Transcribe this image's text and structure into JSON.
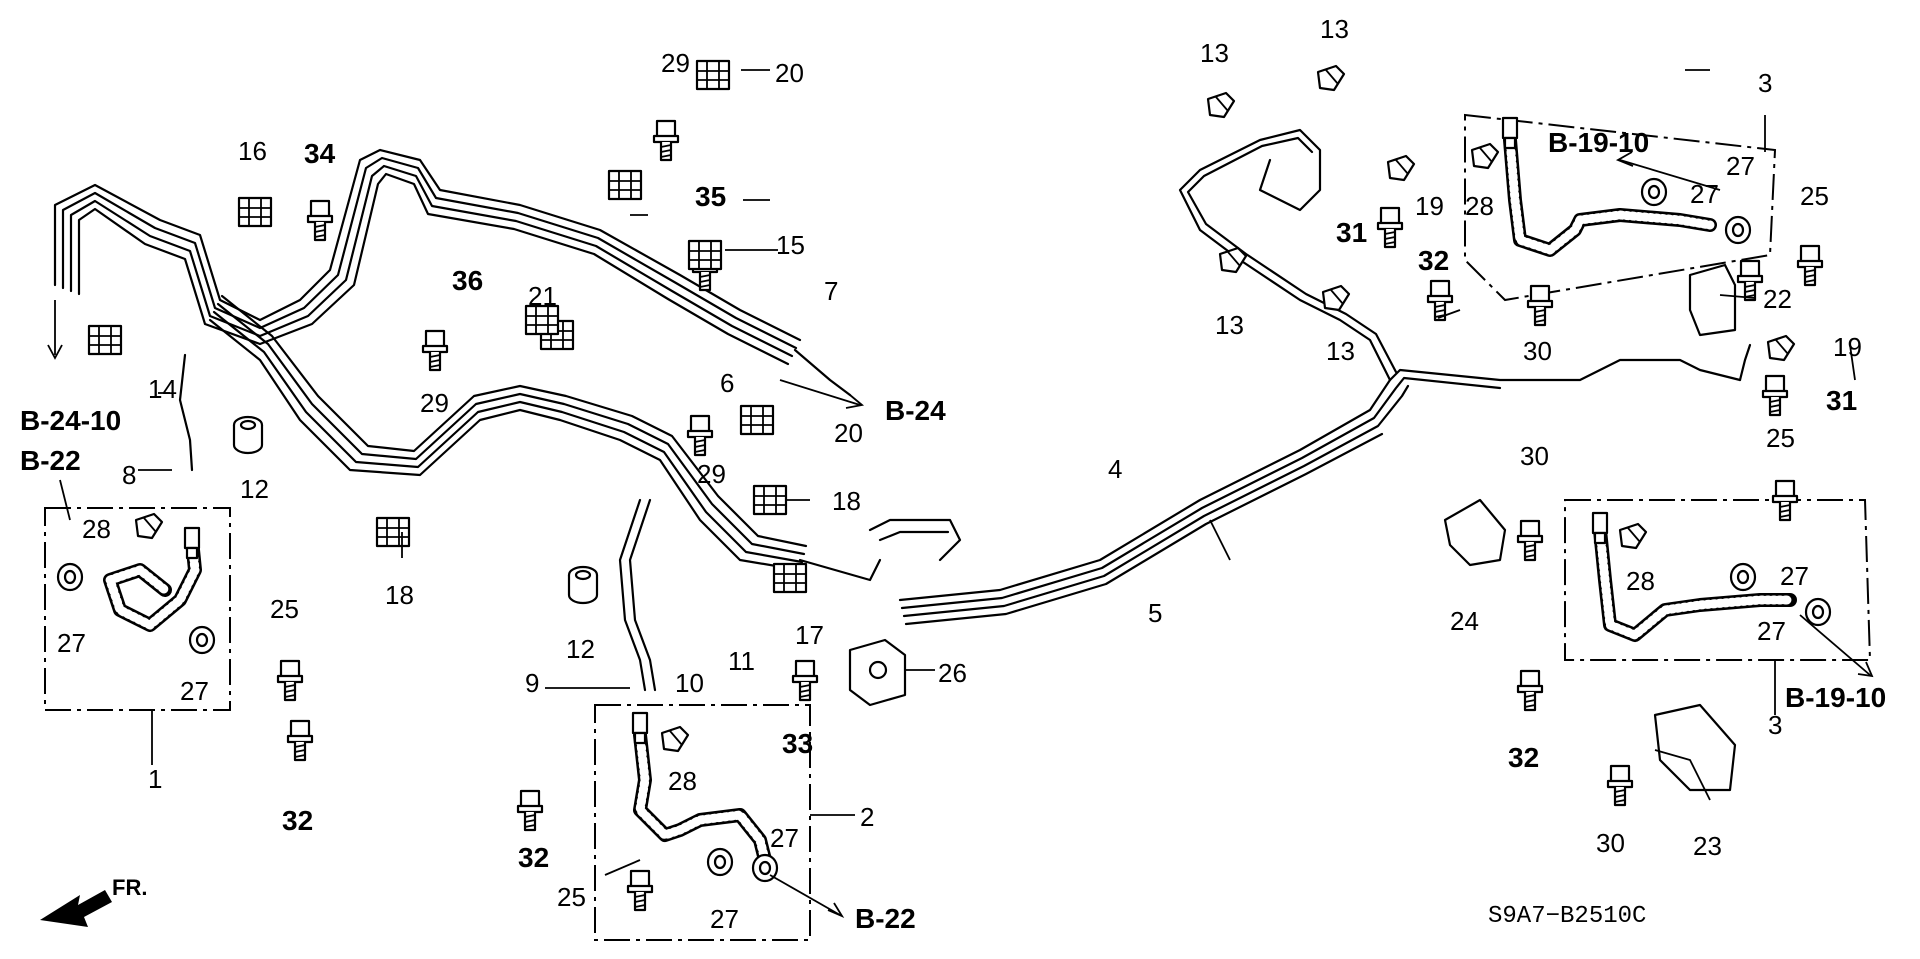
{
  "diagram_code": "S9A7−B2510C",
  "orientation_mark": "FR.",
  "references": {
    "b24_10": "B-24-10",
    "b22_left": "B-22",
    "b24": "B-24",
    "b22_bottom": "B-22",
    "b19_10_top": "B-19-10",
    "b19_10_right": "B-19-10"
  },
  "part_numbers": {
    "p1": "1",
    "p2": "2",
    "p3a": "3",
    "p3b": "3",
    "p4": "4",
    "p5": "5",
    "p6": "6",
    "p7": "7",
    "p8": "8",
    "p9": "9",
    "p10": "10",
    "p11": "11",
    "p12a": "12",
    "p12b": "12",
    "p13a": "13",
    "p13b": "13",
    "p13c": "13",
    "p13d": "13",
    "p14": "14",
    "p15": "15",
    "p16": "16",
    "p17": "17",
    "p18a": "18",
    "p18b": "18",
    "p19a": "19",
    "p19b": "19",
    "p20a": "20",
    "p20b": "20",
    "p21": "21",
    "p22": "22",
    "p23": "23",
    "p24": "24",
    "p25a": "25",
    "p25b": "25",
    "p25c": "25",
    "p25d": "25",
    "p26": "26",
    "p27a": "27",
    "p27b": "27",
    "p27c": "27",
    "p27d": "27",
    "p27e": "27",
    "p27f": "27",
    "p27g": "27",
    "p27h": "27",
    "p28a": "28",
    "p28b": "28",
    "p28c": "28",
    "p28d": "28",
    "p29a": "29",
    "p29b": "29",
    "p29c": "29",
    "p30a": "30",
    "p30b": "30",
    "p30c": "30",
    "p31a": "31",
    "p31b": "31",
    "p32a": "32",
    "p32b": "32",
    "p32c": "32",
    "p32d": "32",
    "p33": "33",
    "p34": "34",
    "p35": "35",
    "p36": "36"
  }
}
